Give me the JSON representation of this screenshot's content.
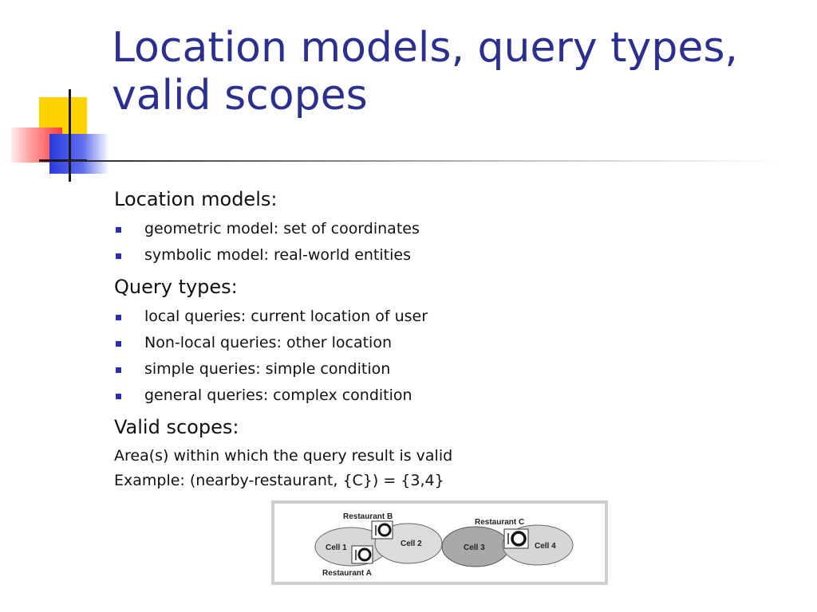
{
  "slide": {
    "title_lines": [
      "Location models, query types,",
      "valid scopes"
    ]
  },
  "sections": {
    "location_models": {
      "heading": "Location models:",
      "bullets": [
        "geometric model: set of coordinates",
        "symbolic model: real-world entities"
      ]
    },
    "query_types": {
      "heading": "Query types:",
      "bullets": [
        "local queries: current location of user",
        "Non-local queries: other location",
        "simple queries: simple condition",
        "general queries: complex condition"
      ]
    },
    "valid_scopes": {
      "heading": "Valid scopes:",
      "lines": [
        "Area(s) within which the query result is valid",
        "Example: (nearby-restaurant, {C}) = {3,4}"
      ]
    }
  },
  "figure": {
    "cells": [
      "Cell 1",
      "Cell 2",
      "Cell 3",
      "Cell 4"
    ],
    "restaurants": [
      "Restaurant B",
      "Restaurant C",
      "Restaurant A"
    ]
  },
  "colors": {
    "title": "#2b2f8f",
    "bullet": "#2b2fb5",
    "accent_yellow": "#ffd200",
    "accent_red": "#ff3c3c",
    "accent_blue": "#2b3bdc"
  }
}
